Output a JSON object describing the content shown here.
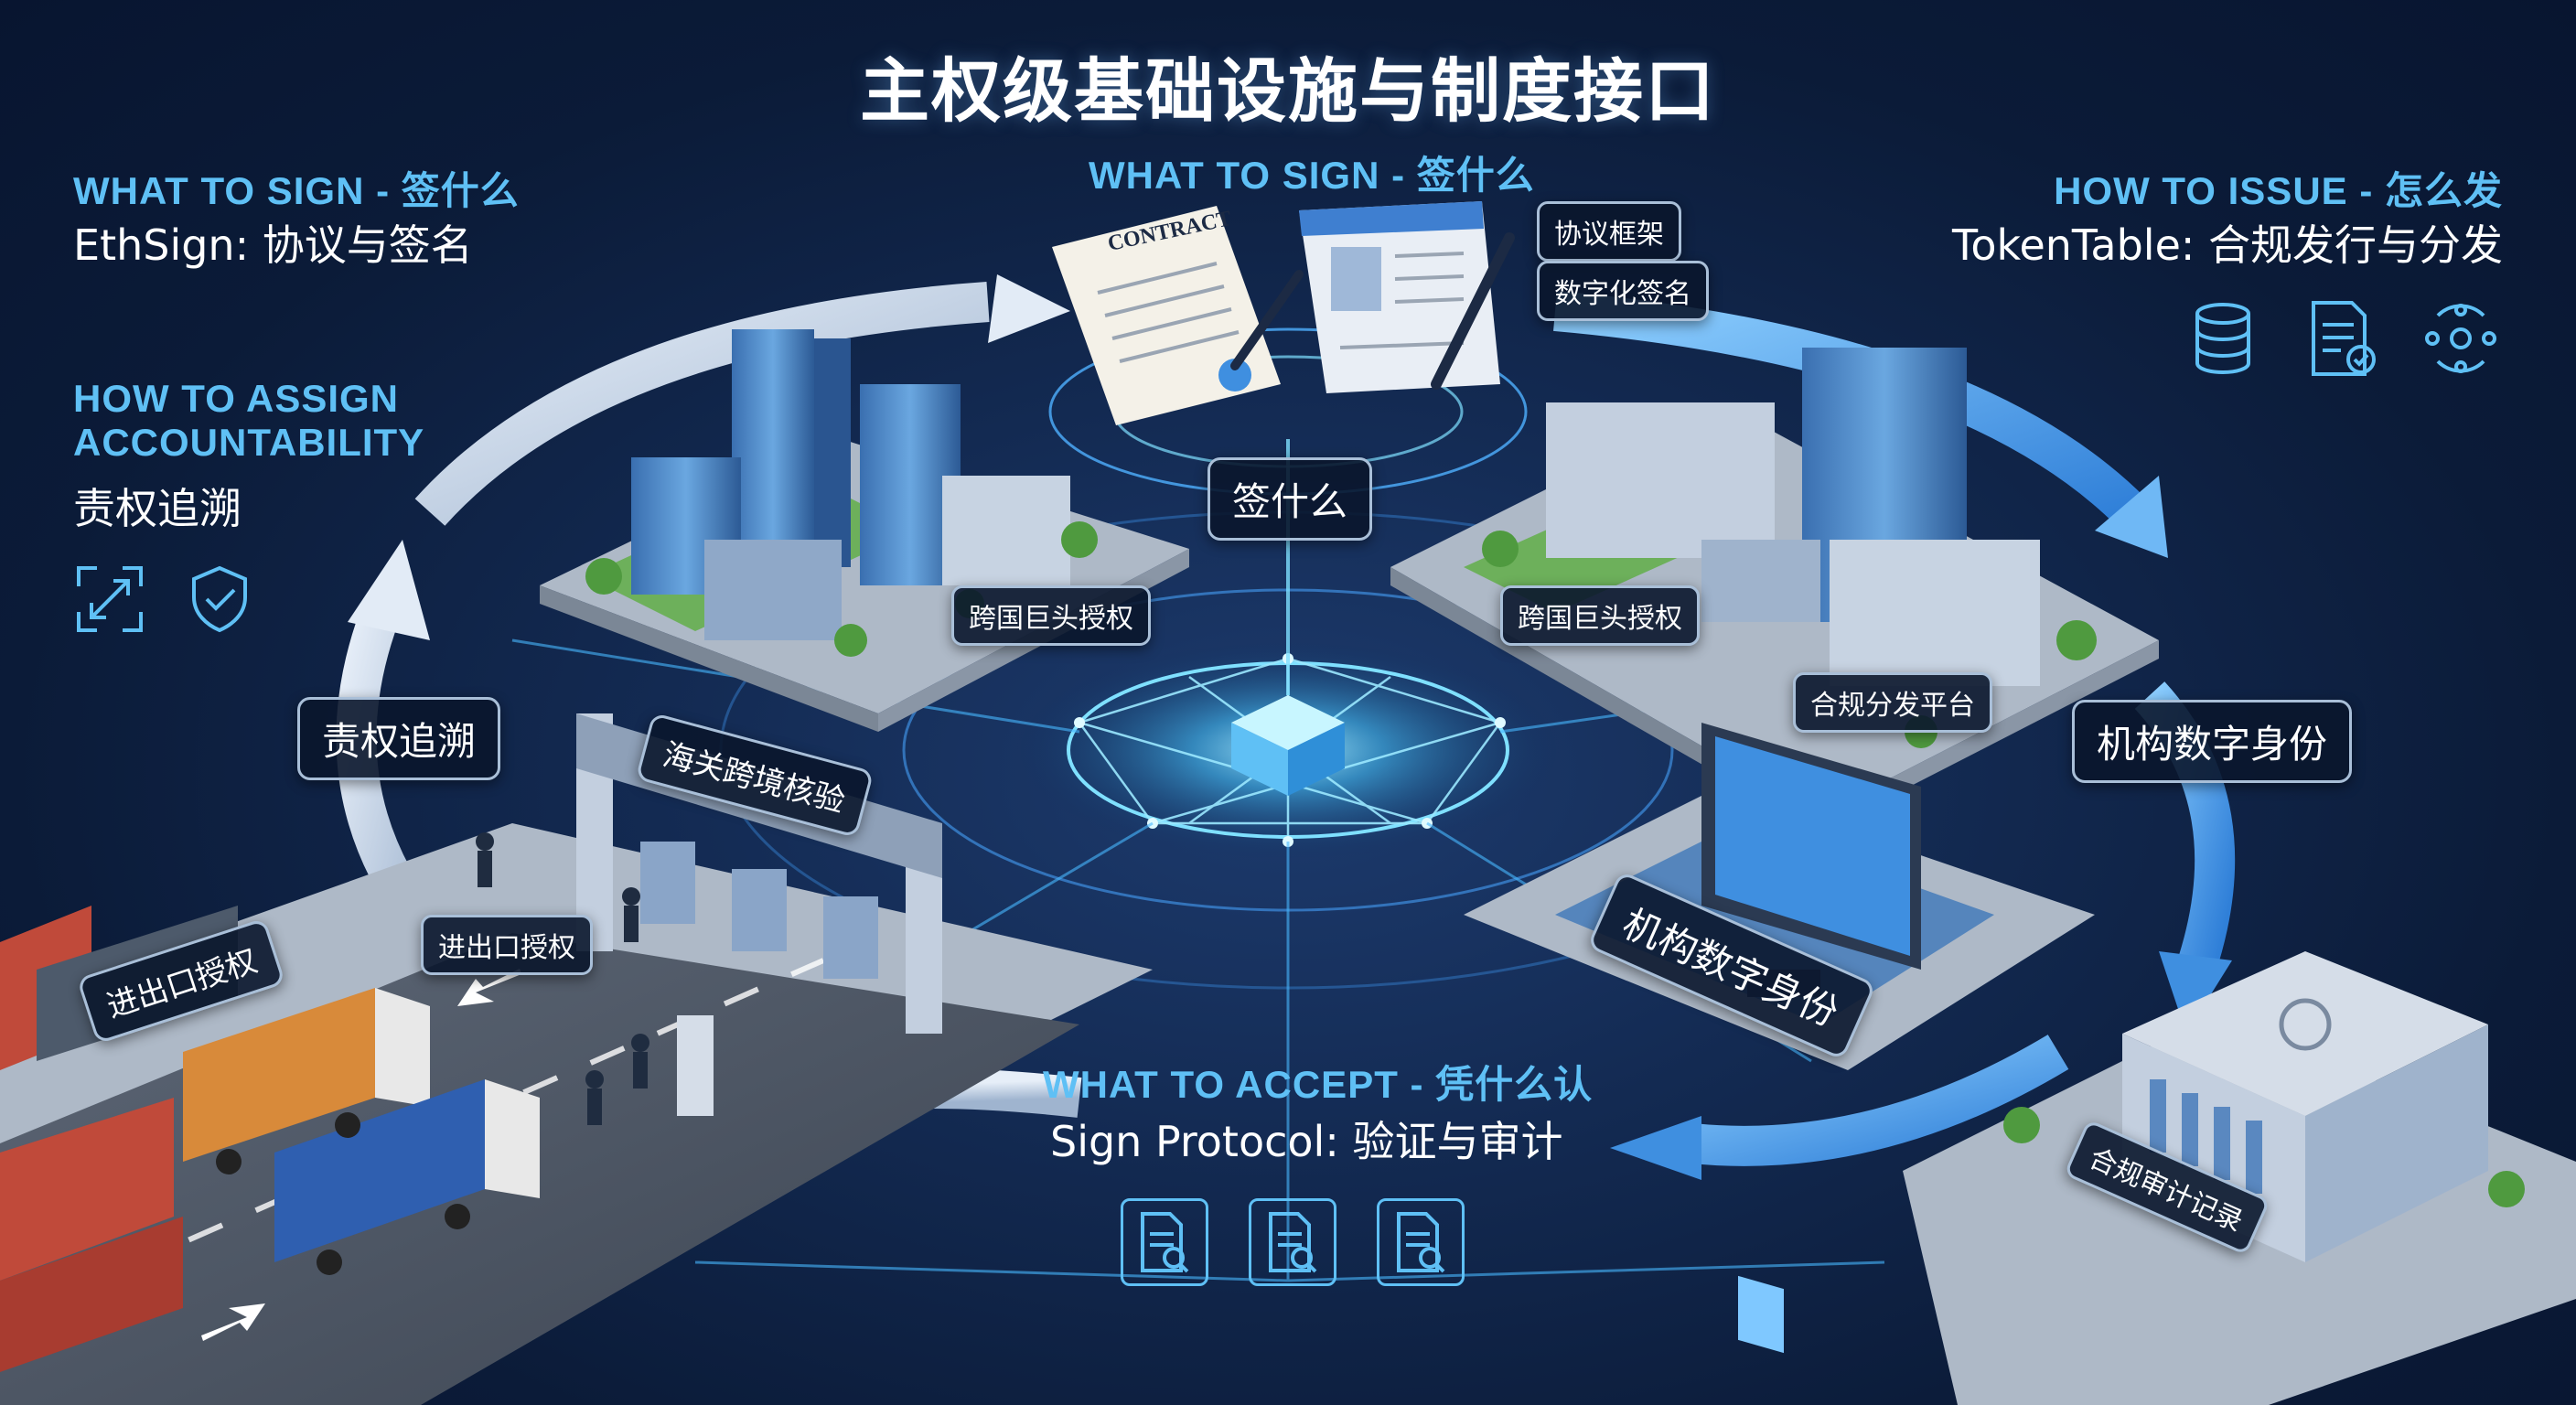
{
  "title": "主权级基础设施与制度接口",
  "left_panel": {
    "what_to_sign_header": "WHAT TO SIGN - 签什么",
    "what_to_sign_text": "EthSign: 协议与签名",
    "assign_header_line1": "HOW TO ASSIGN",
    "assign_header_line2": "ACCOUNTABILITY",
    "assign_text": "责权追溯"
  },
  "center_top": {
    "header": "WHAT TO SIGN - 签什么",
    "contract_label": "CONTRACT",
    "tag_framework": "协议框架",
    "tag_digital_sign": "数字化签名",
    "tag_what_to_sign": "签什么"
  },
  "right_panel": {
    "header": "HOW TO ISSUE - 怎么发",
    "text": "TokenTable: 合规发行与分发"
  },
  "bottom_center": {
    "header": "WHAT TO ACCEPT - 凭什么认",
    "text": "Sign Protocol: 验证与审计"
  },
  "scene_labels": {
    "left_city": "跨国巨头授权",
    "right_city": "跨国巨头授权",
    "distribution_platform": "合规分发平台",
    "institution_id_arrow": "机构数字身份",
    "institution_id_screen": "机构数字身份",
    "accountability_arrow": "责权追溯",
    "customs_gate": "海关跨境核验",
    "import_export_container": "进出口授权",
    "import_export_road": "进出口授权",
    "audit_building": "合规审计记录"
  },
  "colors": {
    "accent_blue": "#5fc0f5",
    "arrow_light": "#c7d7ea",
    "glow": "#7fe0ff",
    "background": "#0f2448"
  }
}
